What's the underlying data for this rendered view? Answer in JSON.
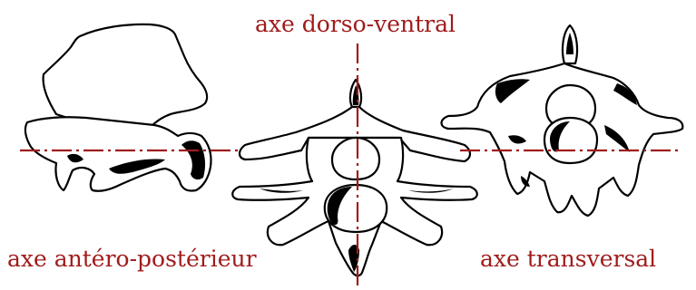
{
  "labels": {
    "dorso_ventral": "axe dorso-ventral",
    "antero_posterieur": "axe antéro-postérieur",
    "transversal": "axe transversal"
  },
  "colors": {
    "label": "#a01c1c",
    "axis": "#a01c1c",
    "outline": "#000000"
  },
  "views": [
    {
      "view": "vue latérale",
      "axis": "antéro-postérieur",
      "axis_orientation": "horizontal"
    },
    {
      "view": "vue crâniale",
      "axis": "dorso-ventral",
      "axis_orientation": "vertical"
    },
    {
      "view": "vue caudale oblique",
      "axis": "transversal",
      "axis_orientation": "horizontal"
    }
  ]
}
